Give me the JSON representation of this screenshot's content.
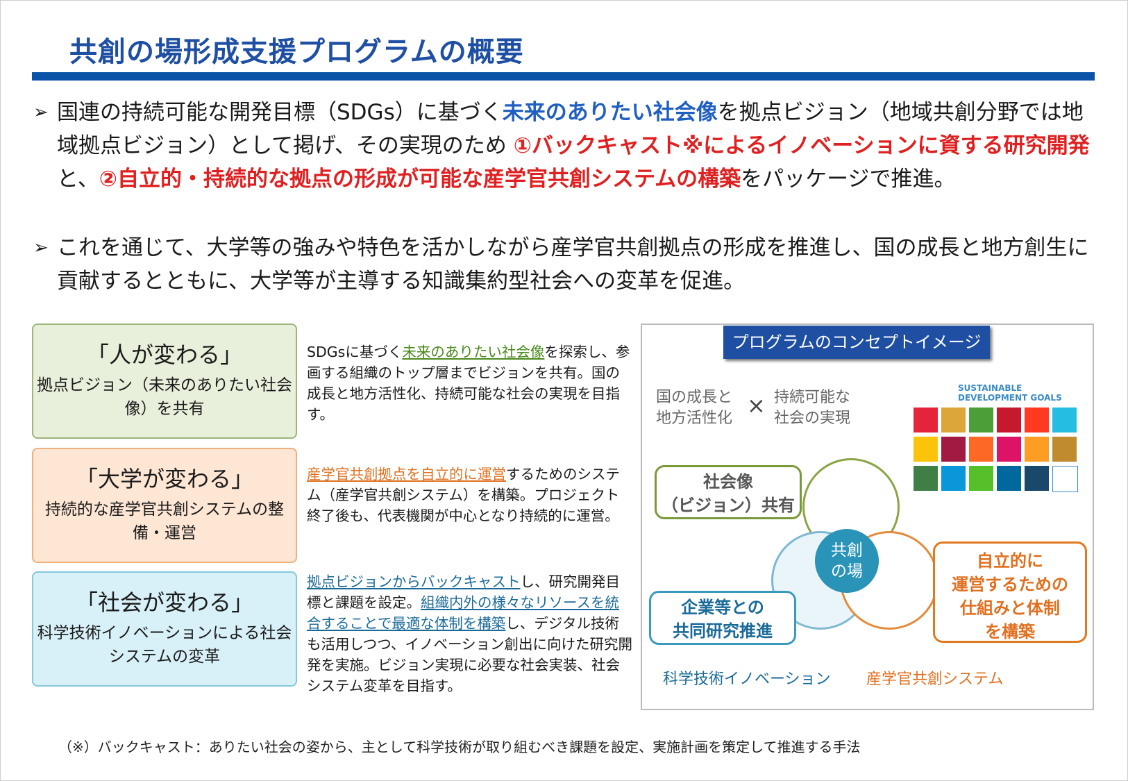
{
  "title": "共創の場形成支援プログラムの概要",
  "bullet1": {
    "p1": "国連の持続可能な開発目標（SDGs）に基づく",
    "p2": "未来のありたい社会像",
    "p3": "を拠点ビジョン（地域共創分野では地域拠点ビジョン）として掲げ、その実現のため ",
    "p4": "①バックキャスト※によるイノベーションに資する研究開発",
    "p5": "と、",
    "p6": "②自立的・持続的な拠点の形成が可能な産学官共創システムの構築",
    "p7": "をパッケージで推進。"
  },
  "bullet2": "これを通じて、大学等の強みや特色を活かしながら産学官共創拠点の形成を推進し、国の成長と地方創生に貢献するとともに、大学等が主導する知識集約型社会への変革を促進。",
  "boxes": [
    {
      "head": "「人が変わる」",
      "sub": "拠点ビジョン（未来のありたい社会像）を共有"
    },
    {
      "head": "「大学が変わる」",
      "sub": "持続的な産学官共創システムの整備・運営"
    },
    {
      "head": "「社会が変わる」",
      "sub": "科学技術イノベーションによる社会システムの変革"
    }
  ],
  "desc1": {
    "a": "SDGsに基づく",
    "b": "未来のありたい社会像",
    "c": "を探索し、参画する組織のトップ層までビジョンを共有。国の成長と地方活性化、持続可能な社会の実現を目指す。"
  },
  "desc2": {
    "a": "産学官共創拠点を自立的に運営",
    "b": "するためのシステム（産学官共創システム）を構築。プロジェクト終了後も、代表機関が中心となり持続的に運営。"
  },
  "desc3": {
    "a": "拠点ビジョンからバックキャスト",
    "b": "し、研究開発目標と課題を設定。",
    "c": "組織内外の様々なリソースを統合することで最適な体制を構築",
    "d": "し、デジタル技術も活用しつつ、イノベーション創出に向けた研究開発を実施。ビジョン実現に必要な社会実装、社会システム変革を目指す。"
  },
  "panel": {
    "title": "プログラムのコンセプトイメージ",
    "left_text_1": "国の成長と",
    "left_text_2": "地方活性化",
    "cross": "×",
    "right_text_1": "持続可能な",
    "right_text_2": "社会の実現",
    "sdg_title": "SUSTAINABLE DEVELOPMENT GOALS",
    "center_1": "共創",
    "center_2": "の場",
    "bubble_green_1": "社会像",
    "bubble_green_2": "（ビジョン）共有",
    "bubble_blue_1": "企業等との",
    "bubble_blue_2": "共同研究推進",
    "bubble_orange_1": "自立的に",
    "bubble_orange_2": "運営するための",
    "bubble_orange_3": "仕組みと体制",
    "bubble_orange_4": "を構築",
    "label_left": "科学技術イノベーション",
    "label_right": "産学官共創システム"
  },
  "footnote": "（※）バックキャスト：ありたい社会の姿から、主として科学技術が取り組むべき課題を設定、実施計画を策定して推進する手法",
  "colors": {
    "title_blue": "#1f4fa3",
    "highlight_blue": "#1f5fc0",
    "highlight_red": "#e02020",
    "green": "#4a8a1c",
    "orange": "#e07020",
    "teal": "#1a6a98"
  },
  "sdg_colors": [
    "#e5243b",
    "#dda63a",
    "#4c9f38",
    "#c5192d",
    "#ff3a21",
    "#26bde2",
    "#fcc30b",
    "#a21942",
    "#fd6925",
    "#dd1367",
    "#fd9d24",
    "#bf8b2e",
    "#3f7e44",
    "#0a97d9",
    "#56c02b",
    "#00689d",
    "#19486a",
    "#ffffff"
  ]
}
